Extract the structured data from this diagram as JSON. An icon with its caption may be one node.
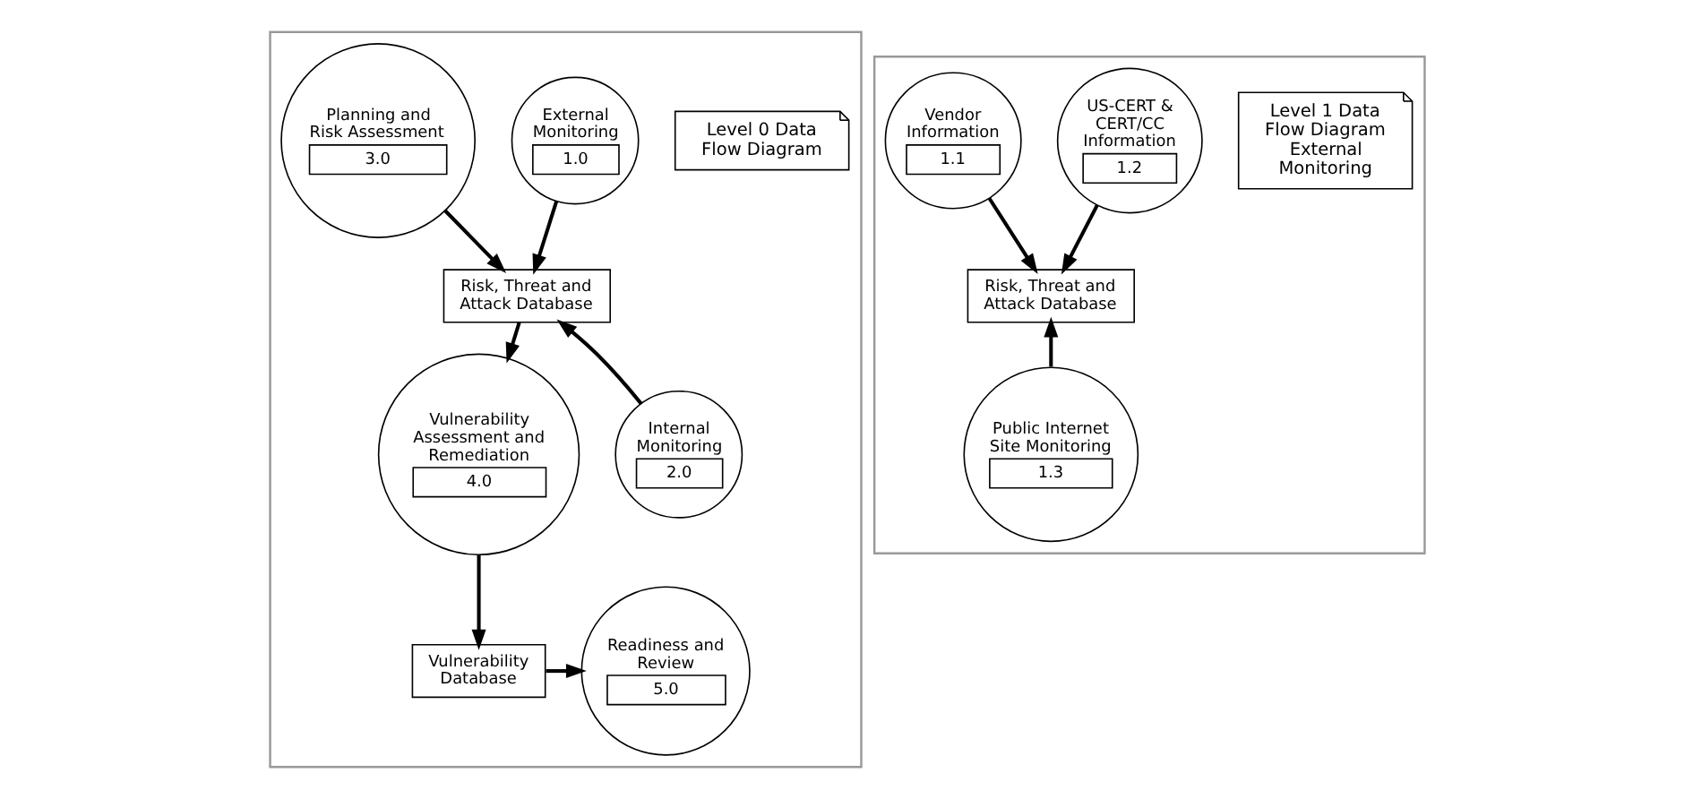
{
  "diagram": {
    "nodes": [
      {
        "text": [],
        "shape": "box"
      },
      {
        "text": [
          "Level 0 Data Flow Diagram"
        ],
        "in": 0
      },
      {
        "text": [
          "External Monitoring",
          "1.0"
        ],
        "in": 0
      },
      {
        "text": [
          "Planning and Risk Assessment",
          "3.0"
        ],
        "in": 0
      },
      {
        "text": [
          "Risk, Threat and Attack Database"
        ],
        "in": 0
      },
      {
        "text": [
          "Internal Monitoring",
          "2.0"
        ],
        "in": 0
      },
      {
        "text": [
          "Vulnerability Assessment and Remediation",
          "4.0"
        ],
        "in": 0
      },
      {
        "text": [
          "Readiness and Review",
          "5.0"
        ],
        "in": 0
      },
      {
        "text": [
          "Vulnerability Database"
        ],
        "in": 0
      },
      {
        "text": [],
        "shape": "box"
      },
      {
        "text": [
          "Level 1 Data Flow Diagram External Monitoring"
        ],
        "in": 9
      },
      {
        "text": [
          "US-CERT & CERT/CC Information",
          "1.2"
        ],
        "in": 9
      },
      {
        "text": [
          "Vendor Information",
          "1.1"
        ],
        "in": 9
      },
      {
        "text": [
          "Risk, Threat and Attack Database"
        ],
        "in": 9
      },
      {
        "text": [
          "Public Internet Site Monitoring",
          "1.3"
        ],
        "in": 9
      }
    ],
    "edges": [
      {
        "from": 2,
        "to": 4,
        "arrow": "to"
      },
      {
        "from": 3,
        "to": 4,
        "arrow": "to"
      },
      {
        "from": 5,
        "to": 4,
        "arrow": "to"
      },
      {
        "from": 4,
        "to": 6,
        "arrow": "to"
      },
      {
        "from": 6,
        "to": 8,
        "arrow": "to"
      },
      {
        "from": 8,
        "to": 7,
        "arrow": "to"
      },
      {
        "from": 11,
        "to": 13,
        "arrow": "to"
      },
      {
        "from": 12,
        "to": 13,
        "arrow": "to"
      },
      {
        "from": 14,
        "to": 13,
        "arrow": "to"
      }
    ]
  }
}
